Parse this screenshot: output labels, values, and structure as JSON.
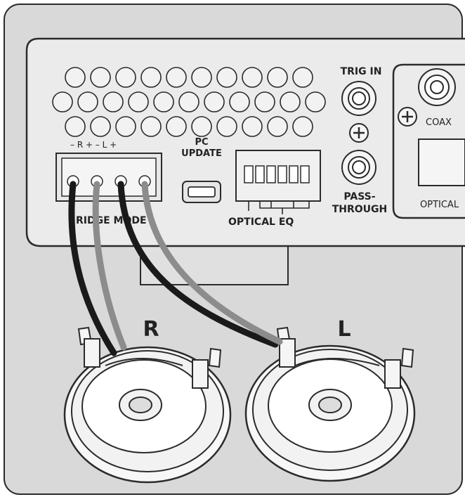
{
  "labels": {
    "trig_in": "TRIG IN",
    "coax": "COAX",
    "optical_port": "OPTICAL",
    "pc_update_line1": "PC",
    "pc_update_line2": "UPDATE",
    "pass_through_line1": "PASS-",
    "pass_through_line2": "THROUGH",
    "optical_eq": "OPTICAL  EQ",
    "bridge_mode": "RIDGE MODE",
    "terminal_marks": "–  R  +    –  L  +",
    "speaker_right": "R",
    "speaker_left": "L"
  },
  "colors": {
    "background_panel": "#d9d9d9",
    "device": "#ebebeb",
    "outline": "#2b2b2b",
    "wire_black": "#1a1a1a",
    "wire_gray": "#8c8c8c"
  }
}
